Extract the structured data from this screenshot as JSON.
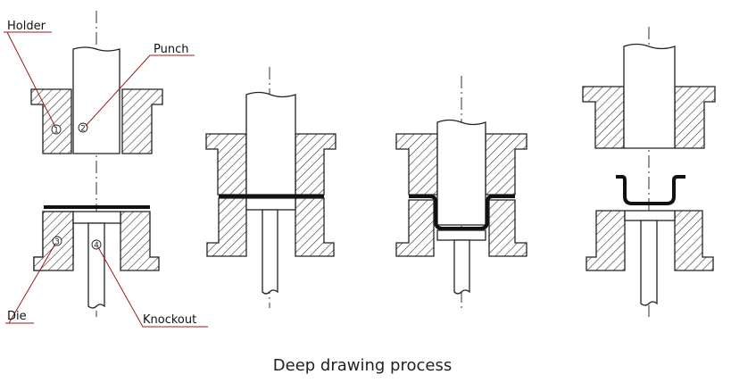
{
  "labels": {
    "holder": "Holder",
    "punch": "Punch",
    "die": "Die",
    "knockout": "Knockout"
  },
  "numbers": {
    "holder": "1",
    "punch": "2",
    "die": "3",
    "knockout": "4"
  },
  "caption": "Deep drawing process",
  "colors": {
    "leader": "#9b1b1b",
    "line": "#222222",
    "sheet": "#111111"
  }
}
